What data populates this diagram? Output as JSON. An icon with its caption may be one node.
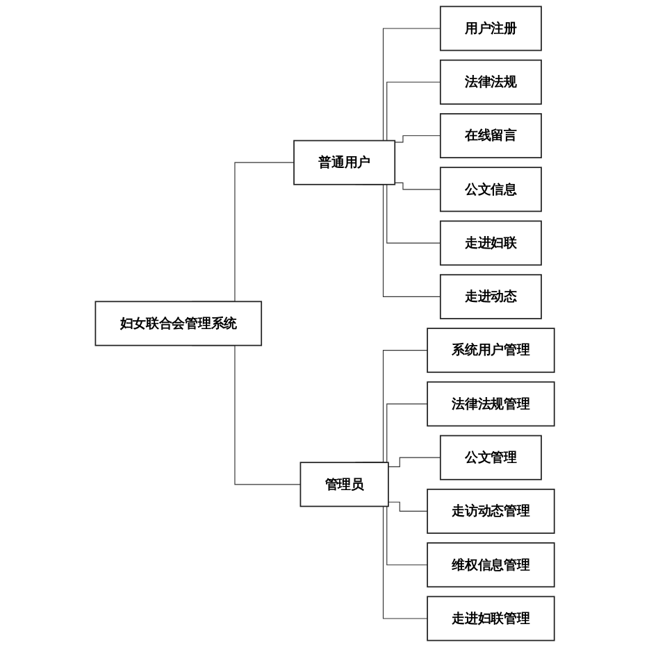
{
  "diagram": {
    "nodes": [
      {
        "text": [
          "妇女联合会管理系统"
        ]
      },
      {
        "text": [
          "普通用户"
        ]
      },
      {
        "text": [
          "用户注册"
        ]
      },
      {
        "text": [
          "法律法规"
        ]
      },
      {
        "text": [
          "在线留言"
        ]
      },
      {
        "text": [
          "公文信息"
        ]
      },
      {
        "text": [
          "走进妇联"
        ]
      },
      {
        "text": [
          "走进动态"
        ]
      },
      {
        "text": [
          "管理员"
        ]
      },
      {
        "text": [
          "系统用户管理"
        ]
      },
      {
        "text": [
          "法律法规管理"
        ]
      },
      {
        "text": [
          "公文管理"
        ]
      },
      {
        "text": [
          "走访动态管理"
        ]
      },
      {
        "text": [
          "维权信息管理"
        ]
      },
      {
        "text": [
          "走进妇联管理"
        ]
      }
    ],
    "edges": [
      {
        "from": 0,
        "to": 1,
        "arrow": "none"
      },
      {
        "from": 0,
        "to": 8,
        "arrow": "none"
      },
      {
        "from": 1,
        "to": 2,
        "arrow": "none"
      },
      {
        "from": 1,
        "to": 3,
        "arrow": "none"
      },
      {
        "from": 1,
        "to": 4,
        "arrow": "none"
      },
      {
        "from": 1,
        "to": 5,
        "arrow": "none"
      },
      {
        "from": 1,
        "to": 6,
        "arrow": "none"
      },
      {
        "from": 1,
        "to": 7,
        "arrow": "none"
      },
      {
        "from": 8,
        "to": 9,
        "arrow": "none"
      },
      {
        "from": 8,
        "to": 10,
        "arrow": "none"
      },
      {
        "from": 8,
        "to": 11,
        "arrow": "none"
      },
      {
        "from": 8,
        "to": 12,
        "arrow": "none"
      },
      {
        "from": 8,
        "to": 13,
        "arrow": "none"
      },
      {
        "from": 8,
        "to": 14,
        "arrow": "none"
      }
    ]
  }
}
